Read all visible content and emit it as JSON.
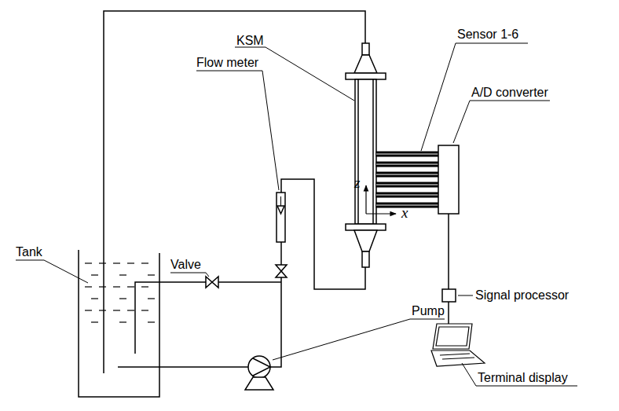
{
  "diagram": {
    "labels": [
      "KSM",
      "Sensor 1-6",
      "Flow meter",
      "A/D converter",
      "z",
      "x",
      "Valve",
      "Signal processor",
      "Tank",
      "Pump",
      "Terminal display"
    ]
  }
}
